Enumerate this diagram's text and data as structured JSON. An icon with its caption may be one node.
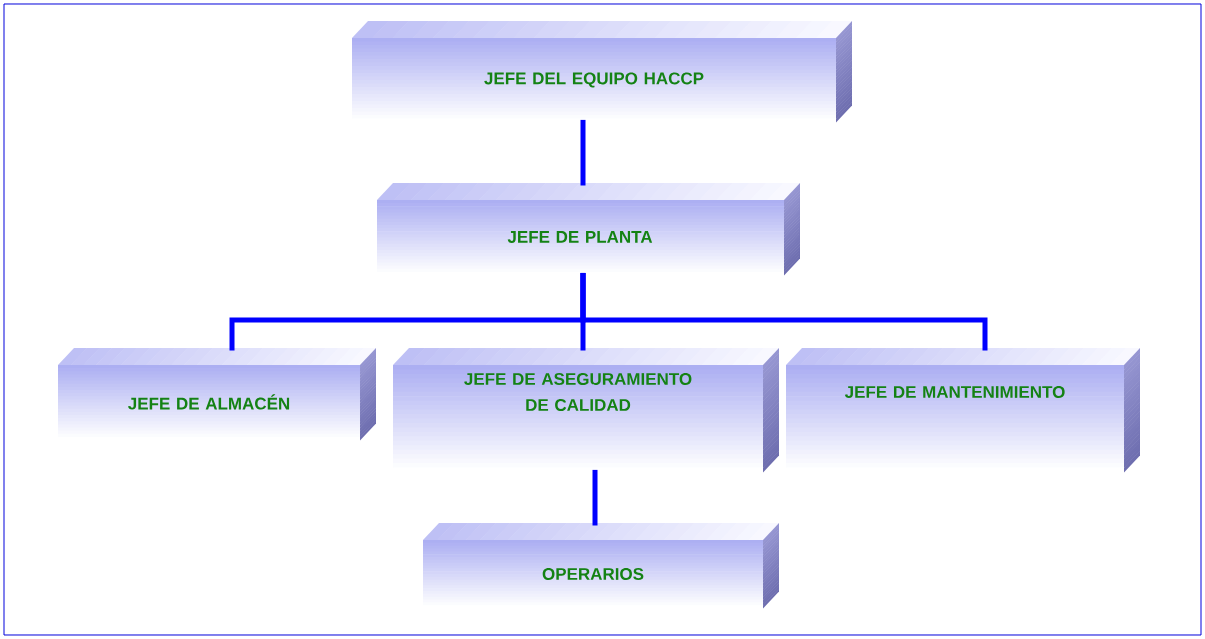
{
  "diagram": {
    "nodes": [
      {
        "text": [
          "JEFE DEL EQUIPO HACCP"
        ]
      },
      {
        "text": [
          "JEFE DE PLANTA"
        ]
      },
      {
        "text": [
          "JEFE DE ALMACÉN"
        ]
      },
      {
        "text": [
          "JEFE DE ASEGURAMIENTO DE CALIDAD"
        ]
      },
      {
        "text": [
          "JEFE DE MANTENIMIENTO"
        ]
      },
      {
        "text": [
          "OPERARIOS"
        ]
      }
    ],
    "edges": [
      {
        "from": 0,
        "to": 1,
        "arrow": "none"
      },
      {
        "from": 1,
        "to": 2,
        "arrow": "none"
      },
      {
        "from": 1,
        "to": 3,
        "arrow": "none"
      },
      {
        "from": 1,
        "to": 4,
        "arrow": "none"
      },
      {
        "from": 3,
        "to": 5,
        "arrow": "none"
      }
    ]
  }
}
